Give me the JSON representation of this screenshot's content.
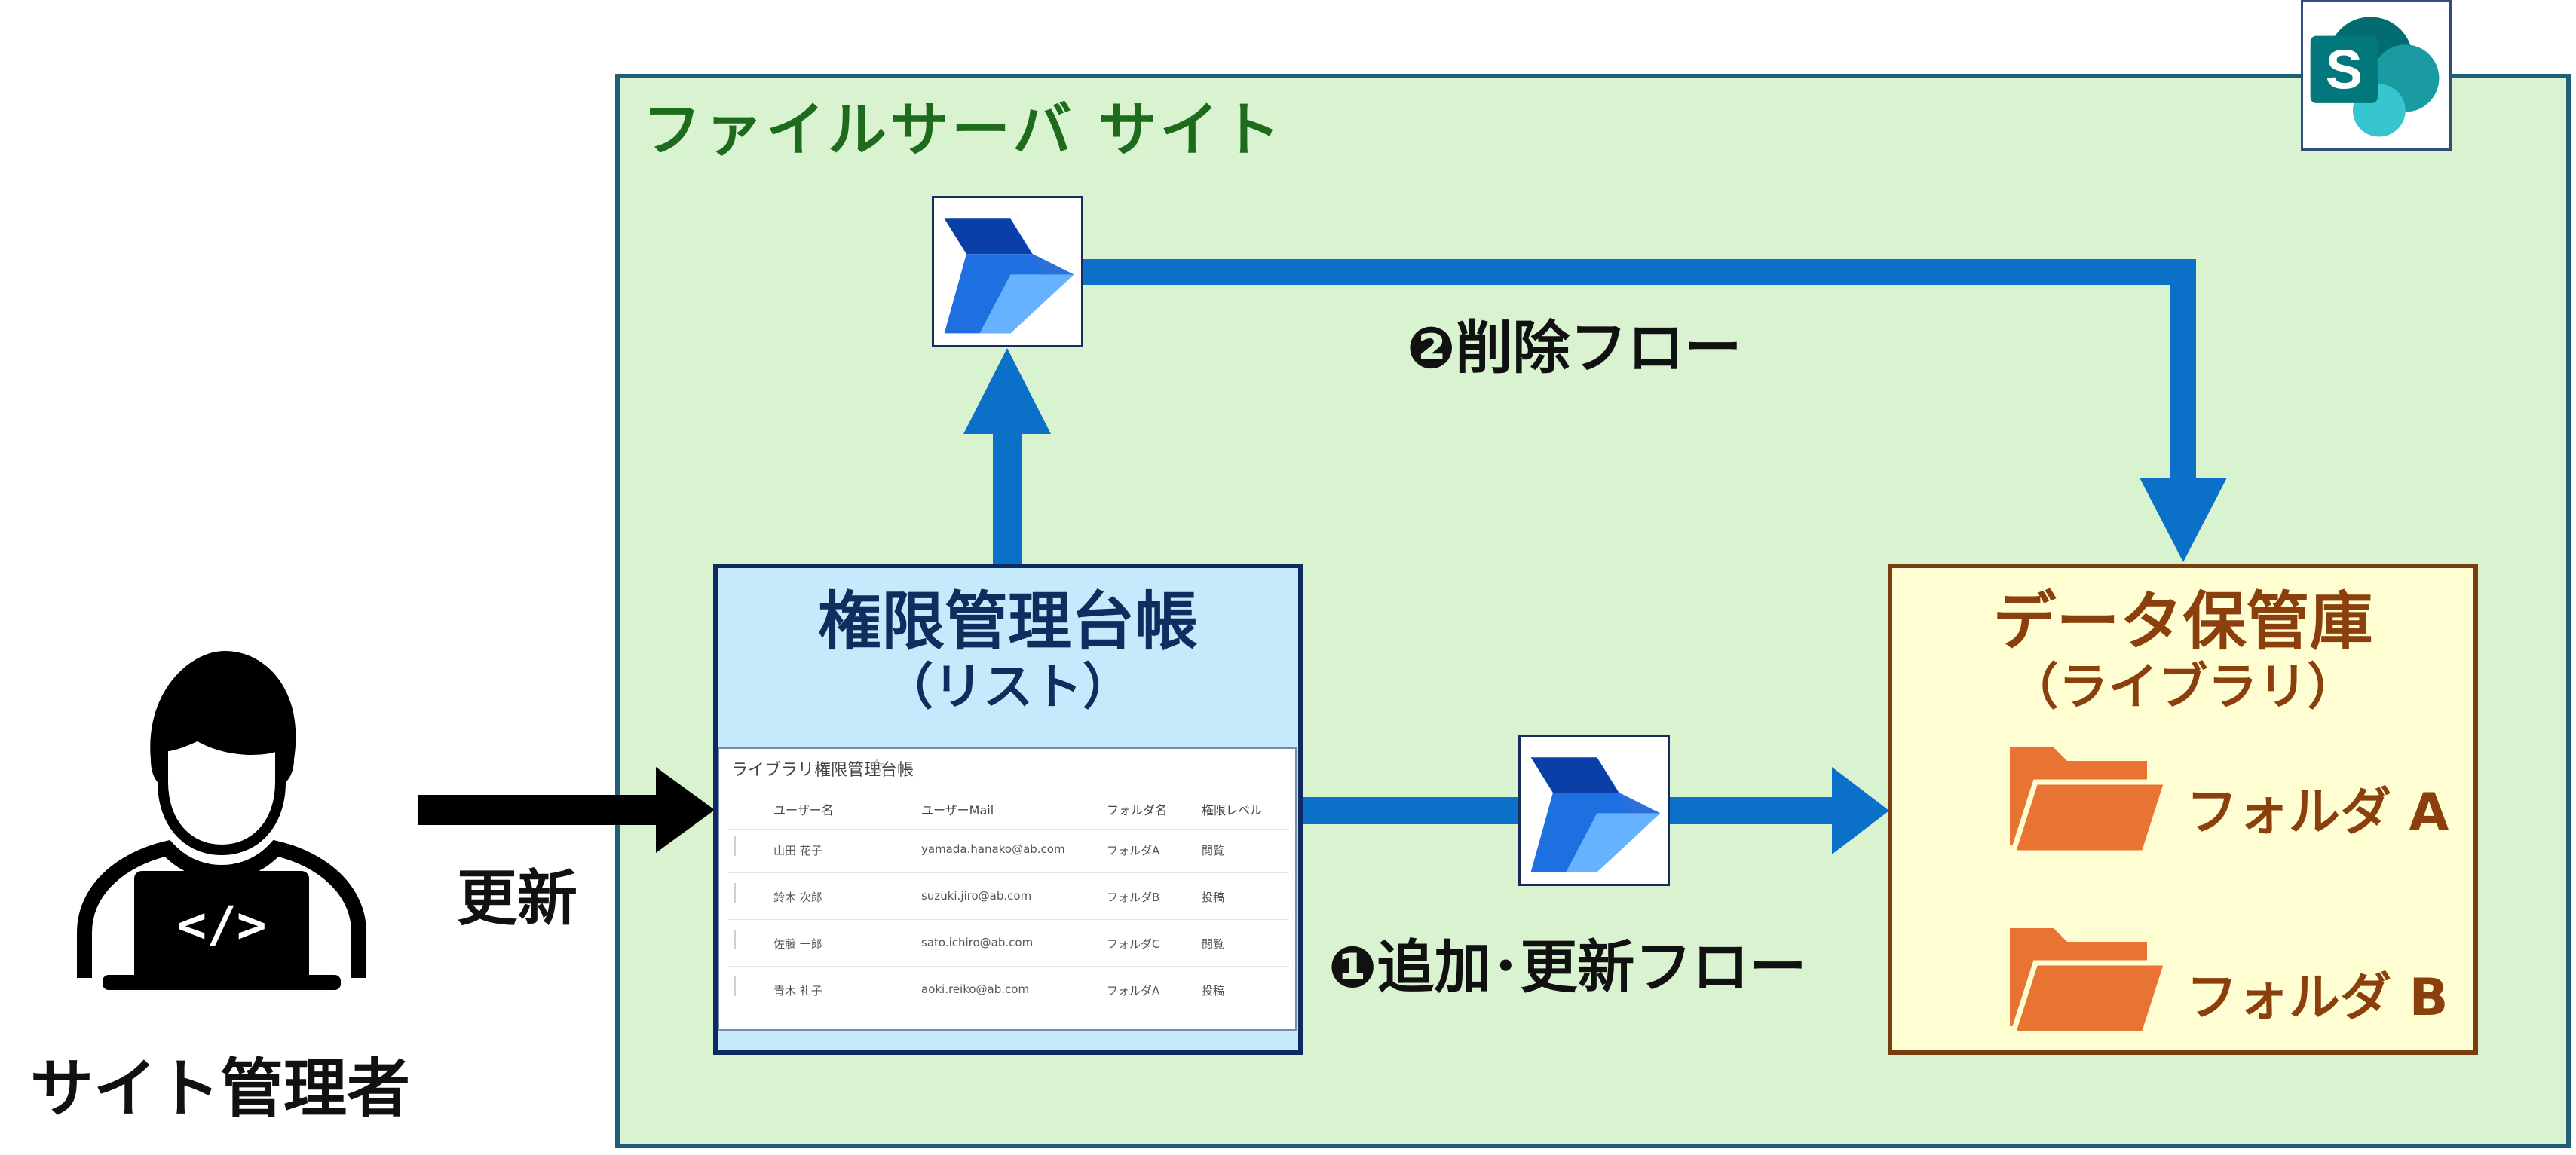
{
  "site": {
    "title": "ファイルサーバ サイト"
  },
  "sharepoint_logo": {
    "letter": "S",
    "icon": "sharepoint-icon"
  },
  "ledger": {
    "title": "権限管理台帳",
    "subtitle": "（リスト）",
    "table": {
      "title": "ライブラリ権限管理台帳",
      "star": "☆",
      "headers": [
        "ユーザー名",
        "ユーザーMail",
        "フォルダ名",
        "権限レベル"
      ],
      "rows": [
        [
          "山田 花子",
          "yamada.hanako@ab.com",
          "フォルダA",
          "閲覧"
        ],
        [
          "鈴木 次郎",
          "suzuki.jiro@ab.com",
          "フォルダB",
          "投稿"
        ],
        [
          "佐藤 一郎",
          "sato.ichiro@ab.com",
          "フォルダC",
          "閲覧"
        ],
        [
          "青木 礼子",
          "aoki.reiko@ab.com",
          "フォルダA",
          "投稿"
        ]
      ]
    }
  },
  "storage": {
    "title": "データ保管庫",
    "subtitle": "（ライブラリ）",
    "folders": [
      "フォルダ A",
      "フォルダ B"
    ]
  },
  "flows": {
    "delete": "❷削除フロー",
    "add_update": "❶追加･更新フロー",
    "icon": "power-automate-icon"
  },
  "admin": {
    "label": "サイト管理者",
    "action": "更新"
  },
  "colors": {
    "site_bg": "#d9f2d0",
    "site_title": "#1e6b1e",
    "arrow_blue": "#0a70c8",
    "ledger_bg": "#c6e9fb",
    "storage_bg": "#fffed2",
    "folder": "#e97332"
  }
}
